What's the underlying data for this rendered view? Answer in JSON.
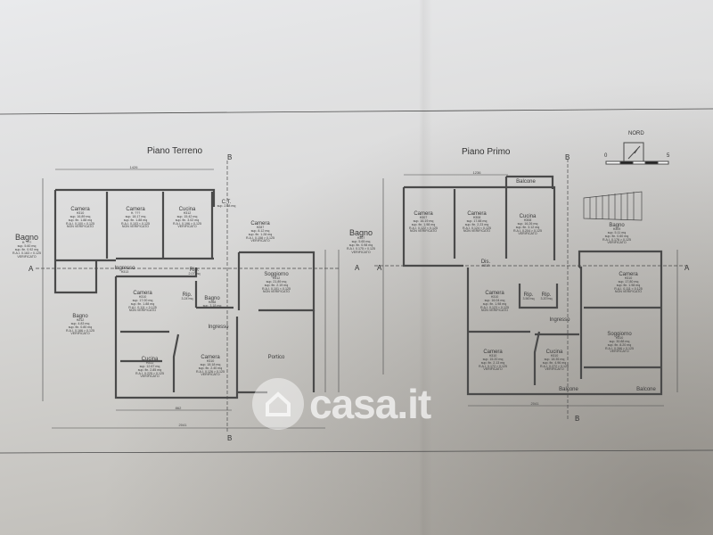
{
  "titles": {
    "ground": "Piano Terreno",
    "first": "Piano Primo"
  },
  "compass": {
    "label": "NORD",
    "scale_start": "0",
    "scale_end": "5"
  },
  "section_marks": {
    "a": "A",
    "b": "B"
  },
  "dimensions": {
    "ground_top": "1426",
    "ground_bottom_outer": "2041",
    "ground_bottom_inner": "862",
    "first_top": "1236",
    "first_bottom": "2041"
  },
  "watermark": "casa.it",
  "rooms": [
    {
      "name": "Camera",
      "lines": [
        "H310",
        "sup. 16.89 mq",
        "sup. fin. 1.88 mq",
        "R.A.I. 0.100 < 0.125",
        "NON VERIFICATO"
      ]
    },
    {
      "name": "Camera",
      "lines": [
        "H. ???",
        "sup. 18.17 mq",
        "sup. fin. 1.88 mq",
        "R.A.I. 0.103 < 0.125",
        "NON VERIFICATO"
      ]
    },
    {
      "name": "Cucina",
      "lines": [
        "H312",
        "sup. 15.42 mq",
        "sup. fin. 3.02 mq",
        "R.A.I. 0.196 > 0.125",
        "VERIFICATO"
      ]
    },
    {
      "name": "Bagno",
      "lines": [
        "H. ???",
        "sup. 5.60 mq",
        "sup. fin. 0.92 mq",
        "R.A.I. 0.163 > 0.125",
        "VERIFICATO"
      ]
    },
    {
      "name": "C.T.",
      "lines": [
        "sup. 2.68 mq"
      ]
    },
    {
      "name": "Camera",
      "lines": [
        "H287",
        "sup. 8.12 mq",
        "sup. fin. 1.28 mq",
        "R.A.I. 0.158 > 0.125",
        "VERIFICATO"
      ]
    },
    {
      "name": "Ingresso",
      "lines": [
        "H313"
      ]
    },
    {
      "name": "Rip.",
      "lines": [
        "2.07 mq"
      ]
    },
    {
      "name": "Soggiorno",
      "lines": [
        "H312",
        "sup. 21.89 mq",
        "sup. fin. 2.19 mq",
        "R.A.I. 0.101 < 0.125",
        "NON VERIFICATO"
      ]
    },
    {
      "name": "Camera",
      "lines": [
        "H310",
        "sup. 17.00 mq",
        "sup. fin. 1.88 mq",
        "R.A.I. 0.111 < 0.125",
        "NON VERIFICATO"
      ]
    },
    {
      "name": "Rip.",
      "lines": [
        "3.24 mq"
      ]
    },
    {
      "name": "Bagno",
      "lines": [
        "H288",
        "sup. 3.18 mq"
      ]
    },
    {
      "name": "Bagno",
      "lines": [
        "H212",
        "sup. 4.83 mq",
        "sup. fin. 0.80 mq",
        "R.A.I. 0.166 > 0.125",
        "VERIFICATO"
      ]
    },
    {
      "name": "Ingresso",
      "lines": []
    },
    {
      "name": "Cucina",
      "lines": [
        "H311",
        "sup. 12.67 mq",
        "sup. fin. 2.85 mq",
        "R.A.I. 0.225 > 0.125",
        "VERIFICATO"
      ]
    },
    {
      "name": "Camera",
      "lines": [
        "H310",
        "sup. 18.18 mq",
        "sup. fin. 2.40 mq",
        "R.A.I. 0.126 > 0.125",
        "VERIFICATO"
      ]
    },
    {
      "name": "Portico",
      "lines": []
    },
    {
      "name": "Camera",
      "lines": [
        "H307",
        "sup. 16.19 mq",
        "sup. fin. 1.98 mq",
        "R.A.I. 0.122 < 0.125",
        "NON VERIFICATO"
      ]
    },
    {
      "name": "Camera",
      "lines": [
        "H308",
        "sup. 17.88 mq",
        "sup. fin. 2.23 mq",
        "R.A.I. 0.124 < 0.125",
        "NON VERIFICATO"
      ]
    },
    {
      "name": "Cucina",
      "lines": [
        "H308",
        "sup. 16.26 mq",
        "sup. fin. 3.12 mq",
        "R.A.I. 0.204 > 0.125",
        "VERIFICATO"
      ]
    },
    {
      "name": "Bagno",
      "lines": [
        "H307",
        "sup. 5.65 mq",
        "sup. fin. 0.98 mq",
        "R.A.I. 0.175 > 0.125",
        "VERIFICATO"
      ]
    },
    {
      "name": "Dis.",
      "lines": [
        "H317"
      ]
    },
    {
      "name": "Bagno",
      "lines": [
        "H309",
        "sup. 5.11 mq",
        "sup. fin. 0.60 mq",
        "R.A.I. 0.176 > 0.125",
        "VERIFICATO"
      ]
    },
    {
      "name": "Camera",
      "lines": [
        "H310",
        "sup. 17.80 mq",
        "sup. fin. 1.98 mq",
        "R.A.I. 0.111 < 0.125",
        "NON VERIFICATO"
      ]
    },
    {
      "name": "Camera",
      "lines": [
        "H310",
        "sup. 16.04 mq",
        "sup. fin. 1.98 mq",
        "R.A.I. 0.123 < 0.125",
        "NON VERIFICATO"
      ]
    },
    {
      "name": "Rip.",
      "lines": [
        "3.56 mq"
      ]
    },
    {
      "name": "Rip.",
      "lines": [
        "3.20 mq"
      ]
    },
    {
      "name": "Ingresso",
      "lines": []
    },
    {
      "name": "Soggiorno",
      "lines": [
        "H310",
        "sup. 30.88 mq",
        "sup. fin. 8.20 mq",
        "R.A.I. 0.266 > 0.125",
        "VERIFICATO"
      ]
    },
    {
      "name": "Camera",
      "lines": [
        "H310",
        "sup. 15.20 mq",
        "sup. fin. 2.13 mq",
        "R.A.I. 0.172 > 0.125",
        "VERIFICATO"
      ]
    },
    {
      "name": "Cucina",
      "lines": [
        "H310",
        "sup. 18.35 mq",
        "sup. fin. 4.96 mq",
        "R.A.I. 0.272 > 0.125",
        "VERIFICATO"
      ]
    },
    {
      "name": "Balcone",
      "lines": []
    },
    {
      "name": "Balcone",
      "lines": []
    },
    {
      "name": "Balcone",
      "lines": []
    }
  ]
}
